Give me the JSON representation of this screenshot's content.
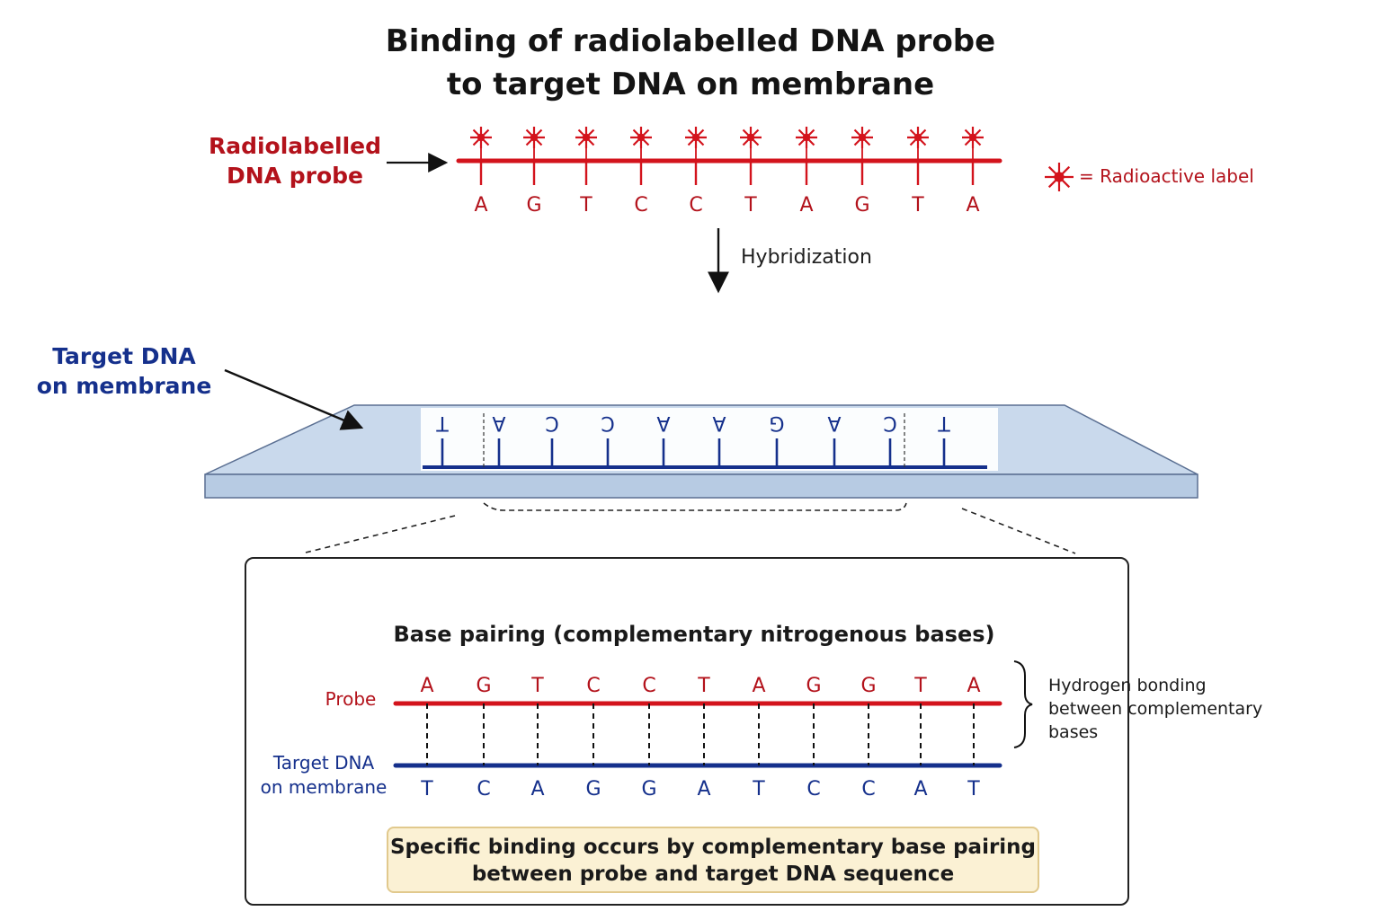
{
  "title": {
    "line1": "Binding of radiolabelled DNA probe",
    "line2": "to target DNA on membrane"
  },
  "probe_label": {
    "line1": "Radiolabelled",
    "line2": "DNA probe"
  },
  "probe_sequence": [
    "A",
    "G",
    "T",
    "C",
    "C",
    "T",
    "A",
    "G",
    "T",
    "A"
  ],
  "legend": {
    "icon": "radioactive-star-icon",
    "text": "= Radioactive label"
  },
  "hybridization_label": "Hybridization",
  "target_label": {
    "line1": "Target DNA",
    "line2": "on membrane"
  },
  "membrane_sequence": [
    "T",
    "A",
    "C",
    "C",
    "A",
    "A",
    "G",
    "A",
    "C",
    "T"
  ],
  "inset": {
    "title": "Base pairing (complementary nitrogenous bases)",
    "probe_label": "Probe",
    "target_label_line1": "Target DNA",
    "target_label_line2": "on membrane",
    "probe_bases": [
      "A",
      "G",
      "T",
      "C",
      "C",
      "T",
      "A",
      "G",
      "G",
      "T",
      "A"
    ],
    "target_bases": [
      "T",
      "C",
      "A",
      "G",
      "G",
      "A",
      "T",
      "C",
      "C",
      "A",
      "T"
    ],
    "hbond_label_line1": "Hydrogen bonding",
    "hbond_label_line2": "between complementary",
    "hbond_label_line3": "bases"
  },
  "note": {
    "line1": "Specific binding occurs by complementary base pairing",
    "line2": "between probe and target DNA sequence"
  },
  "colors": {
    "probe_red": "#d3131c",
    "probe_text_red": "#b3121b",
    "target_blue": "#15308c",
    "membrane_fill": "#c9d9ec",
    "membrane_edge": "#5a6f92"
  }
}
